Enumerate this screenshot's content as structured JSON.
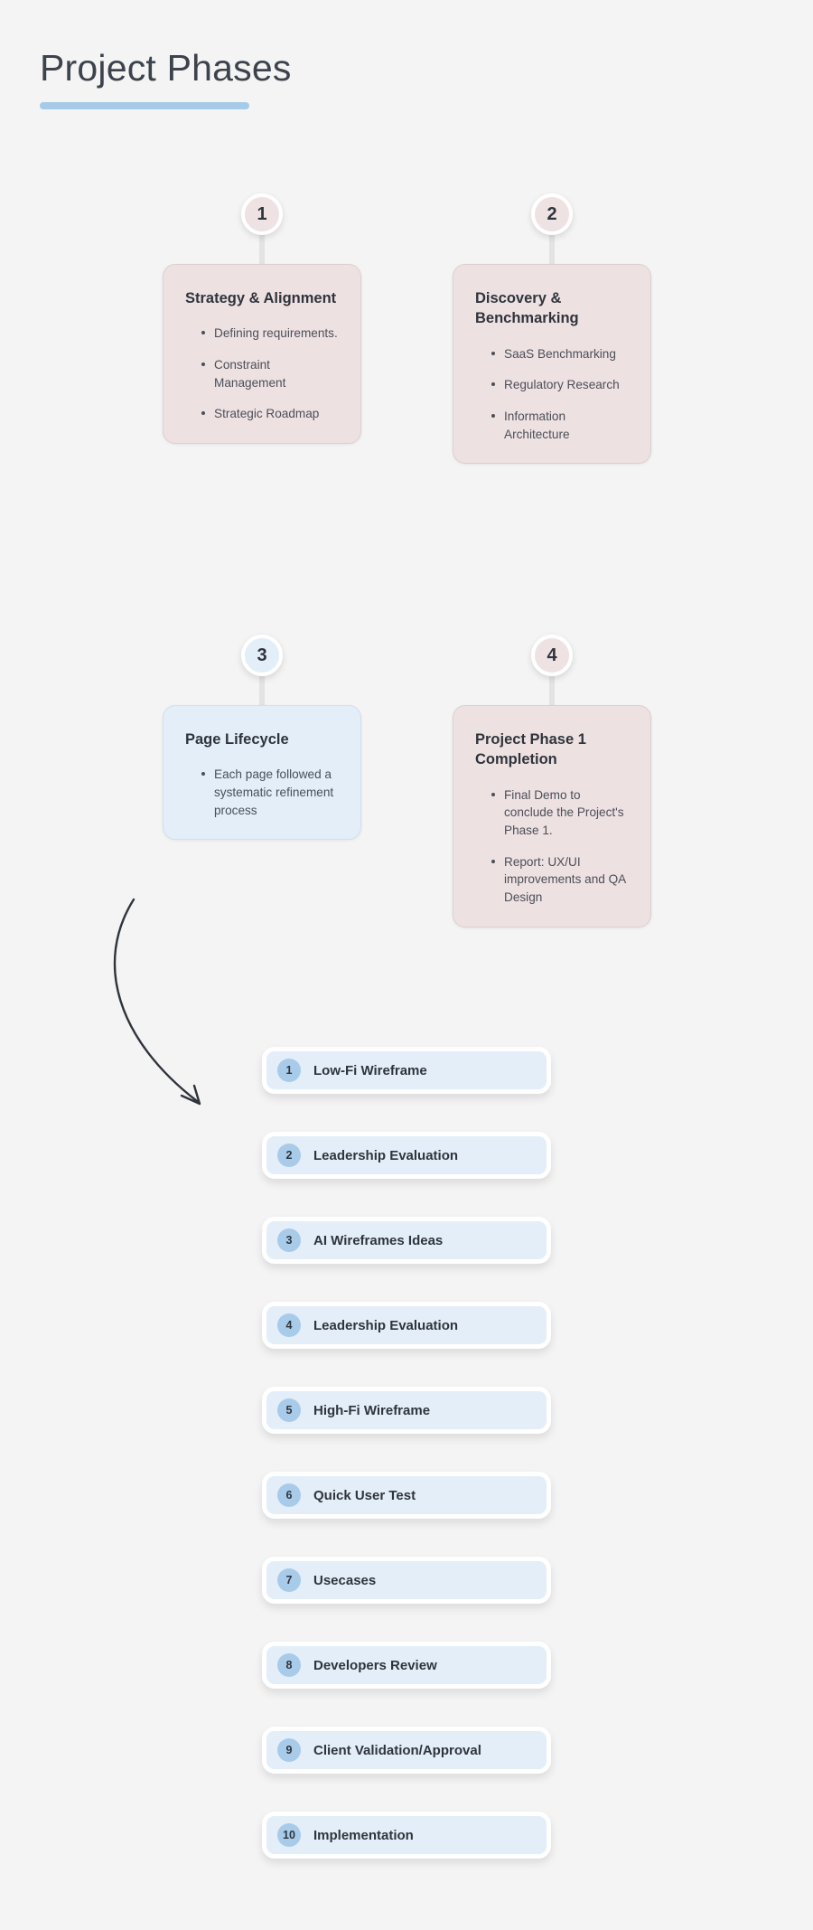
{
  "header": {
    "title": "Project Phases",
    "accent_color": "#A7CAE8"
  },
  "theme": {
    "background": "#F4F4F4",
    "pink_card": "#EEE1E2",
    "blue_card": "#E3EEF8",
    "badge_blue": "#A8CBEA",
    "text_dark": "#2F343C",
    "text_body": "#4A4F58"
  },
  "phases": [
    {
      "number": "1",
      "title": "Strategy & Alignment",
      "theme": "pink",
      "items": [
        "Defining requirements.",
        "Constraint Management",
        "Strategic Roadmap"
      ]
    },
    {
      "number": "2",
      "title": "Discovery & Benchmarking",
      "theme": "pink",
      "items": [
        "SaaS Benchmarking",
        "Regulatory Research",
        "Information Architecture"
      ]
    },
    {
      "number": "3",
      "title": "Page Lifecycle",
      "theme": "blue",
      "items": [
        "Each page followed a systematic refinement process"
      ]
    },
    {
      "number": "4",
      "title": "Project Phase 1 Completion",
      "theme": "pink",
      "items": [
        "Final Demo to conclude the Project's Phase 1.",
        "Report: UX/UI improvements and QA Design"
      ]
    }
  ],
  "steps": [
    {
      "number": "1",
      "label": "Low-Fi Wireframe"
    },
    {
      "number": "2",
      "label": "Leadership Evaluation"
    },
    {
      "number": "3",
      "label": "AI Wireframes Ideas"
    },
    {
      "number": "4",
      "label": "Leadership Evaluation"
    },
    {
      "number": "5",
      "label": "High-Fi Wireframe"
    },
    {
      "number": "6",
      "label": "Quick User Test"
    },
    {
      "number": "7",
      "label": "Usecases"
    },
    {
      "number": "8",
      "label": "Developers Review"
    },
    {
      "number": "9",
      "label": "Client Validation/Approval"
    },
    {
      "number": "10",
      "label": "Implementation"
    }
  ]
}
